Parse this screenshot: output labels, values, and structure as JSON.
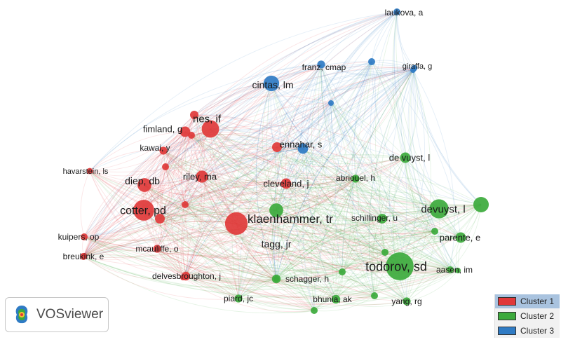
{
  "clusters": [
    {
      "id": 1,
      "label": "Cluster 1",
      "color": "#e0393a"
    },
    {
      "id": 2,
      "label": "Cluster 2",
      "color": "#3caa3c"
    },
    {
      "id": 3,
      "label": "Cluster 3",
      "color": "#2f7bc4"
    }
  ],
  "nodes": [
    {
      "label": "laukova, a",
      "cluster": 3,
      "weight": 8
    },
    {
      "label": "franz, cmap",
      "cluster": 3,
      "weight": 9
    },
    {
      "label": "giraffa, g",
      "cluster": 3,
      "weight": 7
    },
    {
      "label": "cintas, lm",
      "cluster": 3,
      "weight": 18
    },
    {
      "label": "ennahar, s",
      "cluster": 3,
      "weight": 12
    },
    {
      "label": "nes, if",
      "cluster": 1,
      "weight": 20
    },
    {
      "label": "fimland, g",
      "cluster": 1,
      "weight": 12
    },
    {
      "label": "kawai, y",
      "cluster": 1,
      "weight": 9
    },
    {
      "label": "havarstein, ls",
      "cluster": 1,
      "weight": 7
    },
    {
      "label": "diep, db",
      "cluster": 1,
      "weight": 16
    },
    {
      "label": "riley, ma",
      "cluster": 1,
      "weight": 14
    },
    {
      "label": "cleveland, j",
      "cluster": 1,
      "weight": 12
    },
    {
      "label": "cotter, pd",
      "cluster": 1,
      "weight": 24
    },
    {
      "label": "klaenhammer, tr",
      "cluster": 1,
      "weight": 26
    },
    {
      "label": "kuipers, op",
      "cluster": 1,
      "weight": 8
    },
    {
      "label": "breukink, e",
      "cluster": 1,
      "weight": 8
    },
    {
      "label": "mcauliffe, o",
      "cluster": 1,
      "weight": 9
    },
    {
      "label": "delvesbroughton, j",
      "cluster": 1,
      "weight": 10
    },
    {
      "label": "abriouel, h",
      "cluster": 2,
      "weight": 9
    },
    {
      "label": "de vuyst, l",
      "cluster": 2,
      "weight": 12
    },
    {
      "label": "devuyst, l",
      "cluster": 2,
      "weight": 22
    },
    {
      "label": "schillinger, u",
      "cluster": 2,
      "weight": 11
    },
    {
      "label": "parente, e",
      "cluster": 2,
      "weight": 12
    },
    {
      "label": "tagg, jr",
      "cluster": 2,
      "weight": 16
    },
    {
      "label": "todorov, sd",
      "cluster": 2,
      "weight": 32
    },
    {
      "label": "aasen, im",
      "cluster": 2,
      "weight": 8
    },
    {
      "label": "schagger, h",
      "cluster": 2,
      "weight": 10
    },
    {
      "label": "piard, jc",
      "cluster": 2,
      "weight": 9
    },
    {
      "label": "bhunia, ak",
      "cluster": 2,
      "weight": 10
    },
    {
      "label": "yang, rg",
      "cluster": 2,
      "weight": 9
    }
  ],
  "brand": {
    "name": "VOSviewer",
    "icon": "vosviewer-logo-icon"
  },
  "legend": {
    "selected": "Cluster 1"
  }
}
